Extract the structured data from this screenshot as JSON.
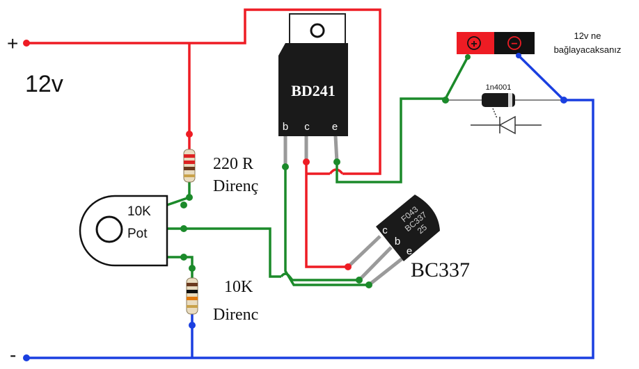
{
  "supply": {
    "plus_symbol": "+",
    "minus_symbol": "-",
    "voltage_label": "12v"
  },
  "components": {
    "bd241": {
      "label": "BD241",
      "pin_b": "b",
      "pin_c": "c",
      "pin_e": "e"
    },
    "bc337": {
      "label": "BC337",
      "marking_lines": [
        "F043",
        "BC337",
        "25"
      ],
      "pin_c": "c",
      "pin_b": "b",
      "pin_e": "e"
    },
    "pot": {
      "label_line1": "10K",
      "label_line2": "Pot"
    },
    "resistor_top": {
      "label_line1": "220 R",
      "label_line2": "Direnç"
    },
    "resistor_bottom": {
      "label_line1": "10K",
      "label_line2": "Direnc"
    },
    "diode": {
      "label": "1n4001"
    },
    "output": {
      "plus_symbol": "+",
      "minus_symbol": "−",
      "label_line1": "12v ne",
      "label_line2": "bağlayacaksanız"
    }
  },
  "colors": {
    "positive_wire": "#ee1c24",
    "negative_wire": "#1a3fe0",
    "signal_wire": "#1b8a2a",
    "component_body": "#1a1a1a"
  }
}
